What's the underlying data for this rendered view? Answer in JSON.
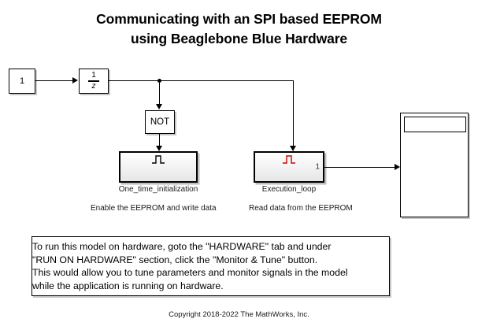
{
  "title": {
    "line1": "Communicating with an SPI based EEPROM",
    "line2": "using Beaglebone Blue Hardware"
  },
  "blocks": {
    "constant": {
      "name": "Constant",
      "value": "1"
    },
    "unit_delay": {
      "name": "Unit Delay",
      "numerator": "1",
      "denominator": "z"
    },
    "logical_not": {
      "name": "Logical Operator",
      "label": "NOT"
    },
    "subsystem_init": {
      "caption": "One_time_initialization",
      "note": "Enable the EEPROM and write data",
      "trigger_icon": "rising-pulse-icon",
      "trigger_color": "#000000"
    },
    "subsystem_exec": {
      "caption": "Execution_loop",
      "note": "Read data from the EEPROM",
      "trigger_icon": "rising-pulse-icon",
      "trigger_color": "#cc0000",
      "output_port_label": "1"
    },
    "scope": {
      "name": "Scope",
      "label": ""
    }
  },
  "annotation": {
    "line1": "To run this model on hardware, goto the \"HARDWARE\" tab and under",
    "line2": "\"RUN ON HARDWARE\" section, click the \"Monitor & Tune\" button.",
    "line3": "This would allow you to tune parameters and monitor signals in the model",
    "line4": "while the application is running on hardware."
  },
  "copyright": "Copyright 2018-2022 The MathWorks, Inc.",
  "colors": {
    "background": "#ffffff",
    "line": "#000000",
    "trigger_red": "#cc0000",
    "block_fill": "#ffffff"
  }
}
